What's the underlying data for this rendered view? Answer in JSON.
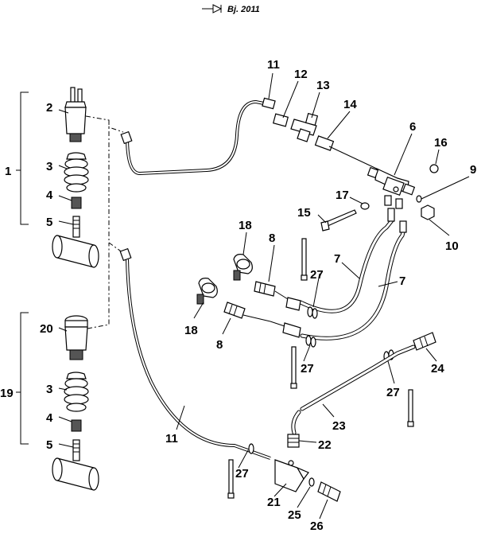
{
  "header": {
    "text": "Bj. 2011",
    "arrow_icon": "right-triangle-arrow-icon"
  },
  "labels": {
    "p1": "1",
    "p2": "2",
    "p3a": "3",
    "p3b": "3",
    "p4a": "4",
    "p4b": "4",
    "p5a": "5",
    "p5b": "5",
    "p6": "6",
    "p7a": "7",
    "p7b": "7",
    "p8a": "8",
    "p8b": "8",
    "p9": "9",
    "p10": "10",
    "p11a": "11",
    "p11b": "11",
    "p12": "12",
    "p13": "13",
    "p14": "14",
    "p15": "15",
    "p16": "16",
    "p17": "17",
    "p18a": "18",
    "p18b": "18",
    "p19": "19",
    "p20": "20",
    "p21": "21",
    "p22": "22",
    "p23": "23",
    "p24": "24",
    "p25": "25",
    "p26": "26",
    "p27a": "27",
    "p27b": "27",
    "p27c": "27",
    "p27d": "27"
  }
}
